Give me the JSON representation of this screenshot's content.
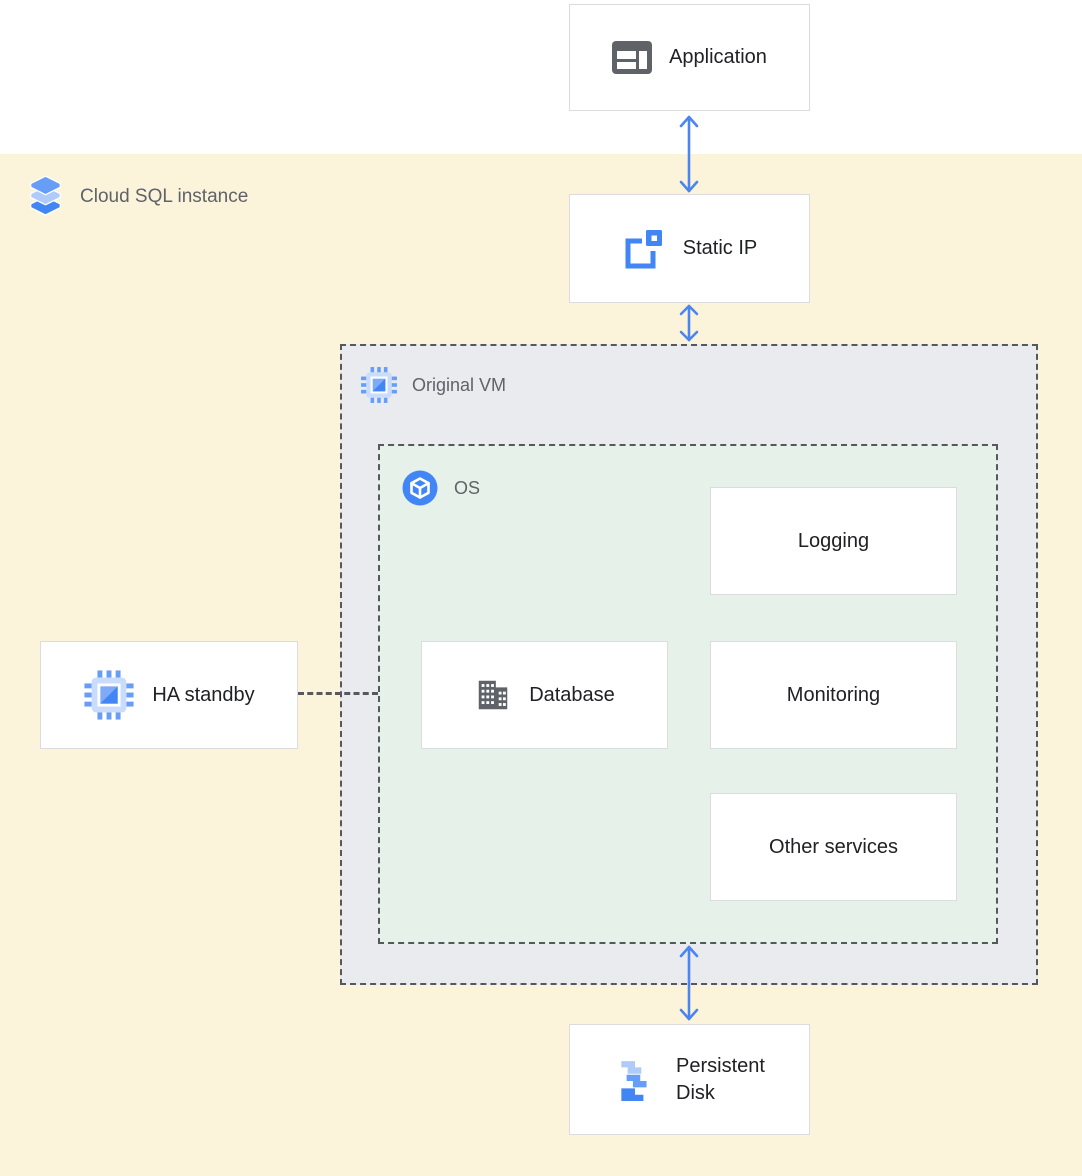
{
  "header": {
    "cloud_sql_label": "Cloud SQL instance"
  },
  "groups": {
    "original_vm": {
      "label": "Original VM"
    },
    "os": {
      "label": "OS"
    }
  },
  "nodes": {
    "application": {
      "label": "Application"
    },
    "static_ip": {
      "label": "Static IP"
    },
    "ha_standby": {
      "label": "HA standby"
    },
    "database": {
      "label": "Database"
    },
    "logging": {
      "label": "Logging"
    },
    "monitoring": {
      "label": "Monitoring"
    },
    "other_services": {
      "label": "Other services"
    },
    "persistent_disk": {
      "label_line1": "Persistent",
      "label_line2": "Disk"
    }
  },
  "icons": {
    "header": "cloud-sql-stack-icon",
    "application": "application-window-icon",
    "static_ip": "static-ip-icon",
    "original_vm": "compute-chip-icon",
    "os": "os-cube-icon",
    "ha_standby": "compute-chip-icon",
    "database": "building-icon",
    "persistent_disk": "persistent-disk-icon"
  },
  "connections": [
    {
      "from": "application",
      "to": "static_ip",
      "type": "double-arrow"
    },
    {
      "from": "static_ip",
      "to": "original_vm",
      "type": "double-arrow"
    },
    {
      "from": "os",
      "to": "persistent_disk",
      "type": "double-arrow"
    },
    {
      "from": "ha_standby",
      "to": "os",
      "type": "dashed-line"
    }
  ],
  "colors": {
    "arrow_blue": "#4b85f0",
    "icon_blue": "#4285f4",
    "icon_blue_medium": "#669df6",
    "icon_blue_light": "#aecbfa",
    "icon_blue_pale": "#c9dcfb",
    "icon_blue_soft": "#7faaf7",
    "icon_gray": "#5f6368",
    "instance_background": "#fcf4da",
    "vm_background": "#e9ebee",
    "os_background": "#e5f1e9",
    "box_border": "#dadce0",
    "dashed_border": "#55585c",
    "label_text": "#202124",
    "muted_text": "#5f6368"
  }
}
